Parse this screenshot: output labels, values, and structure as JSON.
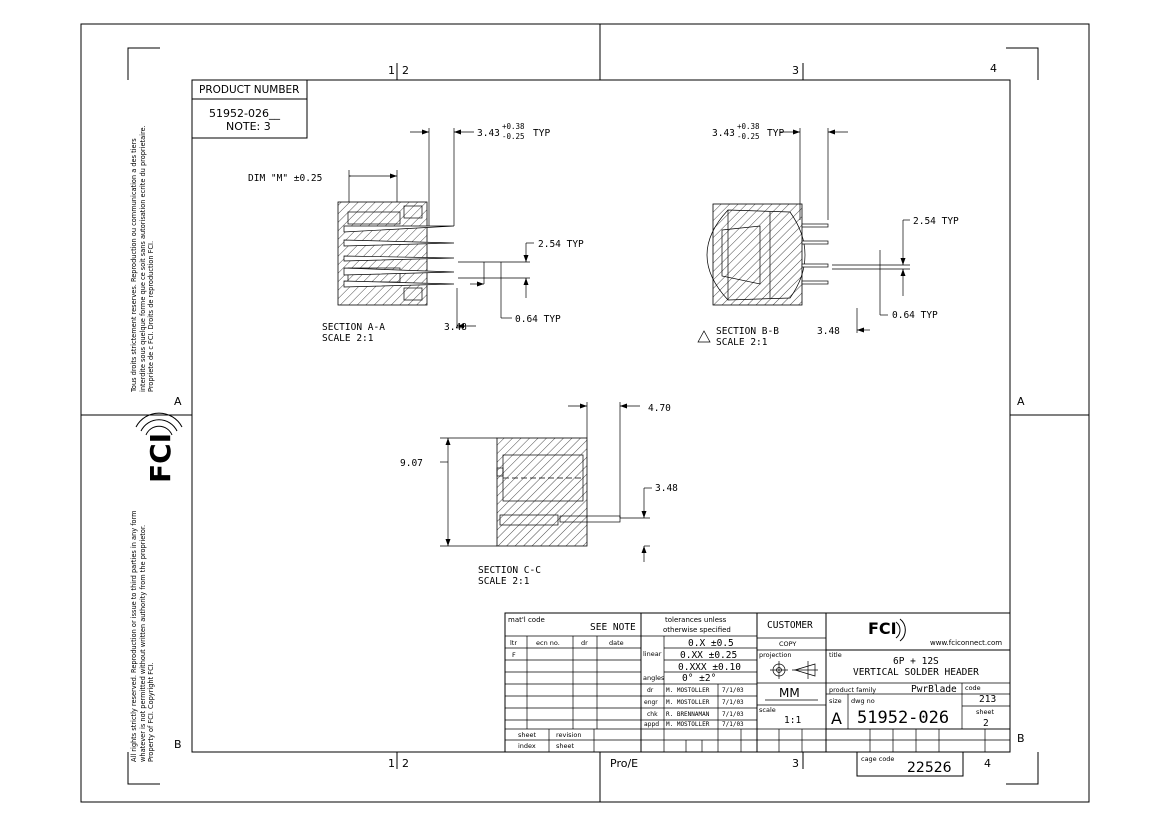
{
  "border": {
    "zones_top": [
      "1",
      "2",
      "3",
      "4"
    ],
    "zones_bottom": [
      "1",
      "2",
      "Pro/E",
      "3",
      "4"
    ],
    "rows_left": [
      "A",
      "B"
    ],
    "rows_right": [
      "A",
      "B"
    ]
  },
  "legal": {
    "french": "Tous droits strictement reserves. Reproduction ou communication a des tiers interdite sous quelque forme que ce soit sans autorisation ecrite du proprietaire. Propriete de c FCI. Droits de reproduction FCI.",
    "english": "All rights strictly reserved. Reproduction or issue to third parties in any form whatever is not permitted without written authority from the proprietor. Property of FCI. Copyright FCI."
  },
  "logo_text": "FCI",
  "product_box": {
    "header": "PRODUCT NUMBER",
    "number": "51952-026__",
    "note": "NOTE: 3"
  },
  "section_aa": {
    "dim_m": "DIM \"M\" ±0.25",
    "dim_top": "3.43",
    "tol_plus": "+0.38",
    "tol_minus": "-0.25",
    "typ": "TYP",
    "pitch": "2.54 TYP",
    "pin": "0.64 TYP",
    "depth": "3.48",
    "title": "SECTION  A-A",
    "scale": "SCALE  2:1"
  },
  "section_bb": {
    "dim_top": "3.43",
    "tol_plus": "+0.38",
    "tol_minus": "-0.25",
    "typ": "TYP",
    "pitch": "2.54 TYP",
    "pin": "0.64 TYP",
    "depth": "3.48",
    "title": "SECTION  B-B",
    "scale": "SCALE  2:1"
  },
  "section_cc": {
    "width": "4.70",
    "height": "9.07",
    "depth": "3.48",
    "title": "SECTION  C-C",
    "scale": "SCALE  2:1"
  },
  "title_block": {
    "matl_code_label": "mat'l code",
    "see_note": "SEE NOTE",
    "tol_header1": "tolerances unless",
    "tol_header2": "otherwise specified",
    "tol_x": "0.X ±0.5",
    "tol_xx": "0.XX ±0.25",
    "tol_xxx": "0.XXX ±0.10",
    "linear_label": "linear",
    "angles_label": "angles",
    "tol_angle": "0° ±2°",
    "customer_label": "CUSTOMER",
    "copy_label": "COPY",
    "projection_label": "projection",
    "units": "MM",
    "scale_label": "scale",
    "scale_value": "1:1",
    "rev_headers": [
      "ltr",
      "ecn no.",
      "dr",
      "date"
    ],
    "rev_ltr": "F",
    "sign_rows": [
      {
        "role": "dr",
        "name": "M. MOSTOLLER",
        "date": "7/1/03"
      },
      {
        "role": "engr",
        "name": "M. MOSTOLLER",
        "date": "7/1/03"
      },
      {
        "role": "chk",
        "name": "R. BRENNAMAN",
        "date": "7/1/03"
      },
      {
        "role": "appd",
        "name": "M. MOSTOLLER",
        "date": "7/1/03"
      }
    ],
    "sheet_label": "sheet",
    "revision_label": "revision",
    "index_label": "index",
    "sheet_label2": "sheet",
    "website": "www.fciconnect.com",
    "title_label": "title",
    "title_line1": "6P + 12S",
    "title_line2": "VERTICAL SOLDER HEADER",
    "product_family_label": "product family",
    "product_family": "PwrBlade",
    "code_label": "code",
    "code_value": "213",
    "size_label": "size",
    "dwg_no_label": "dwg no",
    "size_value": "A",
    "dwg_no": "51952-026",
    "sheet_no_label": "sheet",
    "sheet_no": "2",
    "cage_code_label": "cage code",
    "cage_code": "22526"
  }
}
